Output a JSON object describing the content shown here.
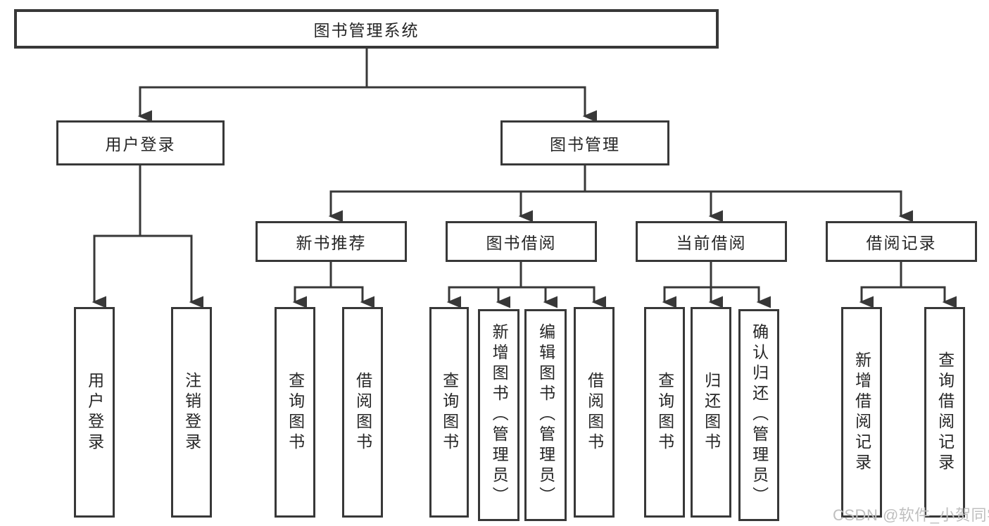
{
  "diagram_type": "hierarchy-tree",
  "colors": {
    "line": "#383838",
    "box_border": "#383838",
    "text": "#262626",
    "background": "#ffffff",
    "watermark": "#bfbfbf"
  },
  "tree": {
    "label": "图书管理系统",
    "children": [
      {
        "label": "用户登录",
        "children": [
          {
            "label": "用户登录"
          },
          {
            "label": "注销登录"
          }
        ]
      },
      {
        "label": "图书管理",
        "children": [
          {
            "label": "新书推荐",
            "children": [
              {
                "label": "查询图书"
              },
              {
                "label": "借阅图书"
              }
            ]
          },
          {
            "label": "图书借阅",
            "children": [
              {
                "label": "查询图书"
              },
              {
                "label": "新增图书（管理员）"
              },
              {
                "label": "编辑图书（管理员）"
              },
              {
                "label": "借阅图书"
              }
            ]
          },
          {
            "label": "当前借阅",
            "children": [
              {
                "label": "查询图书"
              },
              {
                "label": "归还图书"
              },
              {
                "label": "确认归还（管理员）"
              }
            ]
          },
          {
            "label": "借阅记录",
            "children": [
              {
                "label": "新增借阅记录"
              },
              {
                "label": "查询借阅记录"
              }
            ]
          }
        ]
      }
    ]
  },
  "watermark": {
    "text": "CSDN @软件_小贺同学"
  }
}
